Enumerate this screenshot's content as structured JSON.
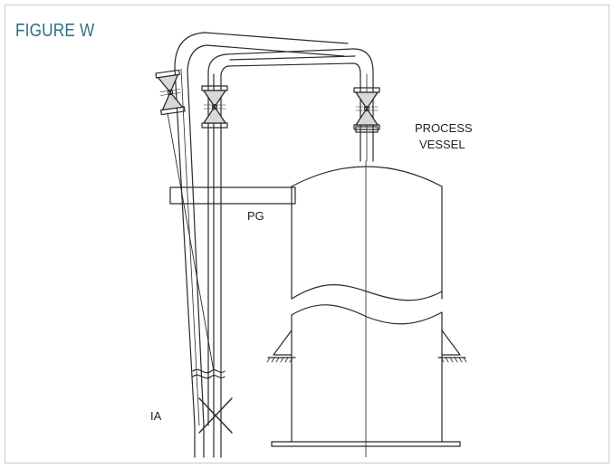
{
  "figure": {
    "title": "FIGURE W",
    "title_color": "#2e6f86"
  },
  "labels": {
    "process_vessel_line1": "PROCESS",
    "process_vessel_line2": "VESSEL",
    "pressure_gauge": "PG",
    "instrument_air": "IA"
  },
  "colors": {
    "line": "#2a2a2a",
    "border": "#c9c9c9"
  }
}
